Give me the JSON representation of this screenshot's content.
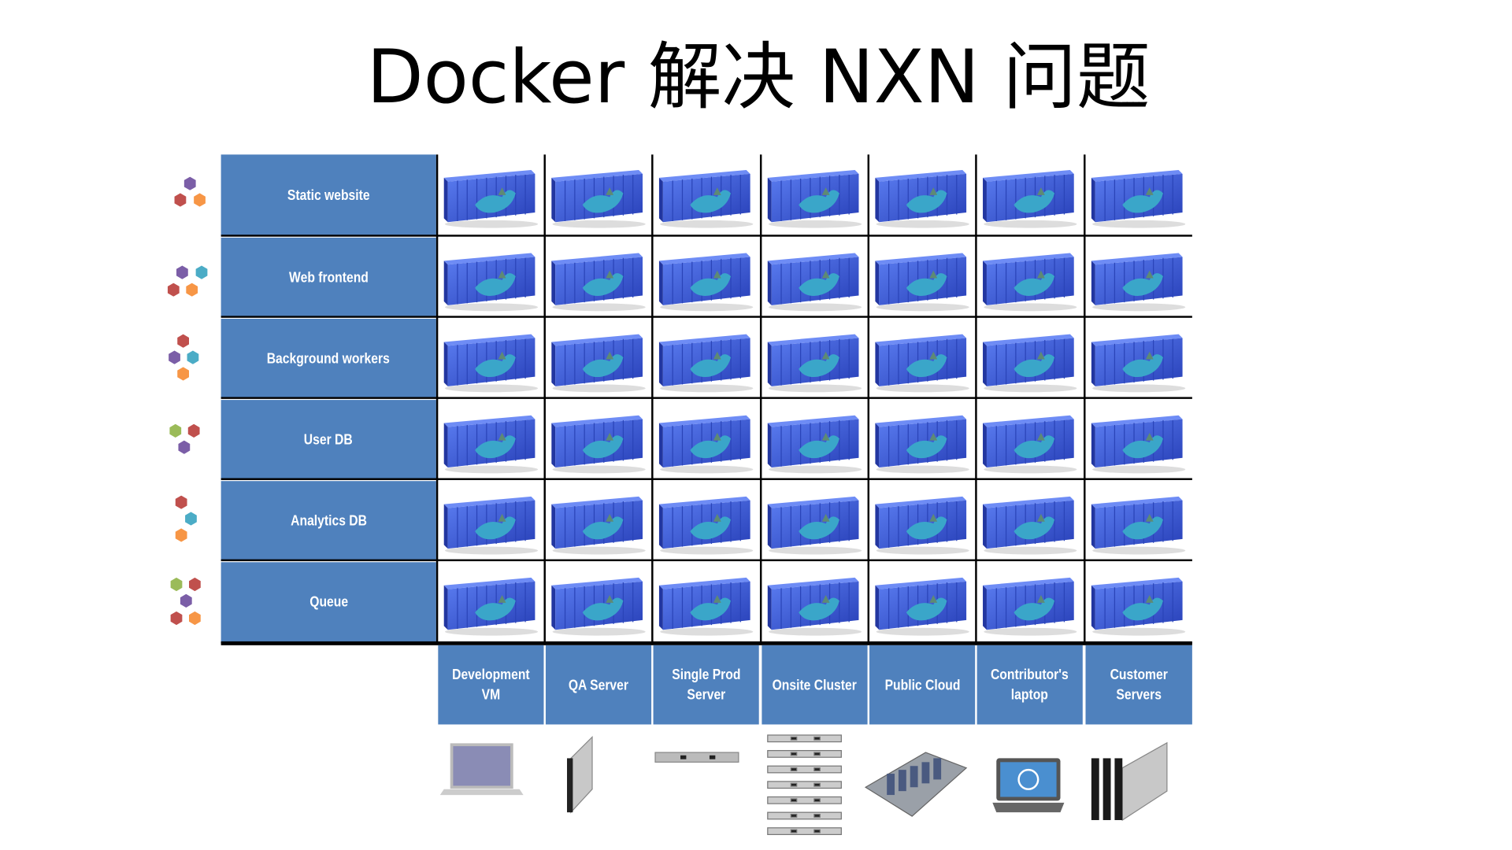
{
  "title": "Docker 解决 NXN 问题",
  "colors": {
    "label_bg": "#4f81bd",
    "label_text": "#ffffff",
    "container": "#3d5fd8",
    "whale": "#3aa6c9"
  },
  "rows": [
    {
      "label": "Static website",
      "hexes": [
        "#7b5ea7",
        "#c0504d",
        "#f79646"
      ]
    },
    {
      "label": "Web frontend",
      "hexes": [
        "#7b5ea7",
        "#4bacc6",
        "#c0504d",
        "#f79646"
      ]
    },
    {
      "label": "Background workers",
      "hexes": [
        "#c0504d",
        "#7b5ea7",
        "#4bacc6",
        "#f79646"
      ]
    },
    {
      "label": "User DB",
      "hexes": [
        "#9bbb59",
        "#c0504d",
        "#7b5ea7"
      ]
    },
    {
      "label": "Analytics DB",
      "hexes": [
        "#c0504d",
        "#4bacc6",
        "#f79646"
      ]
    },
    {
      "label": "Queue",
      "hexes": [
        "#9bbb59",
        "#c0504d",
        "#7b5ea7",
        "#c0504d",
        "#f79646"
      ]
    }
  ],
  "columns": [
    {
      "label": "Development VM",
      "device": "laptop-icon"
    },
    {
      "label": "QA Server",
      "device": "blade-server-icon"
    },
    {
      "label": "Single Prod\nServer",
      "device": "rack-server-icon"
    },
    {
      "label": "Onsite Cluster",
      "device": "server-stack-icon"
    },
    {
      "label": "Public Cloud",
      "device": "cloud-board-icon"
    },
    {
      "label": "Contributor's\nlaptop",
      "device": "dell-laptop-icon"
    },
    {
      "label": "Customer\nServers",
      "device": "blade-chassis-icon"
    }
  ],
  "cell_icon": "docker-container-icon"
}
